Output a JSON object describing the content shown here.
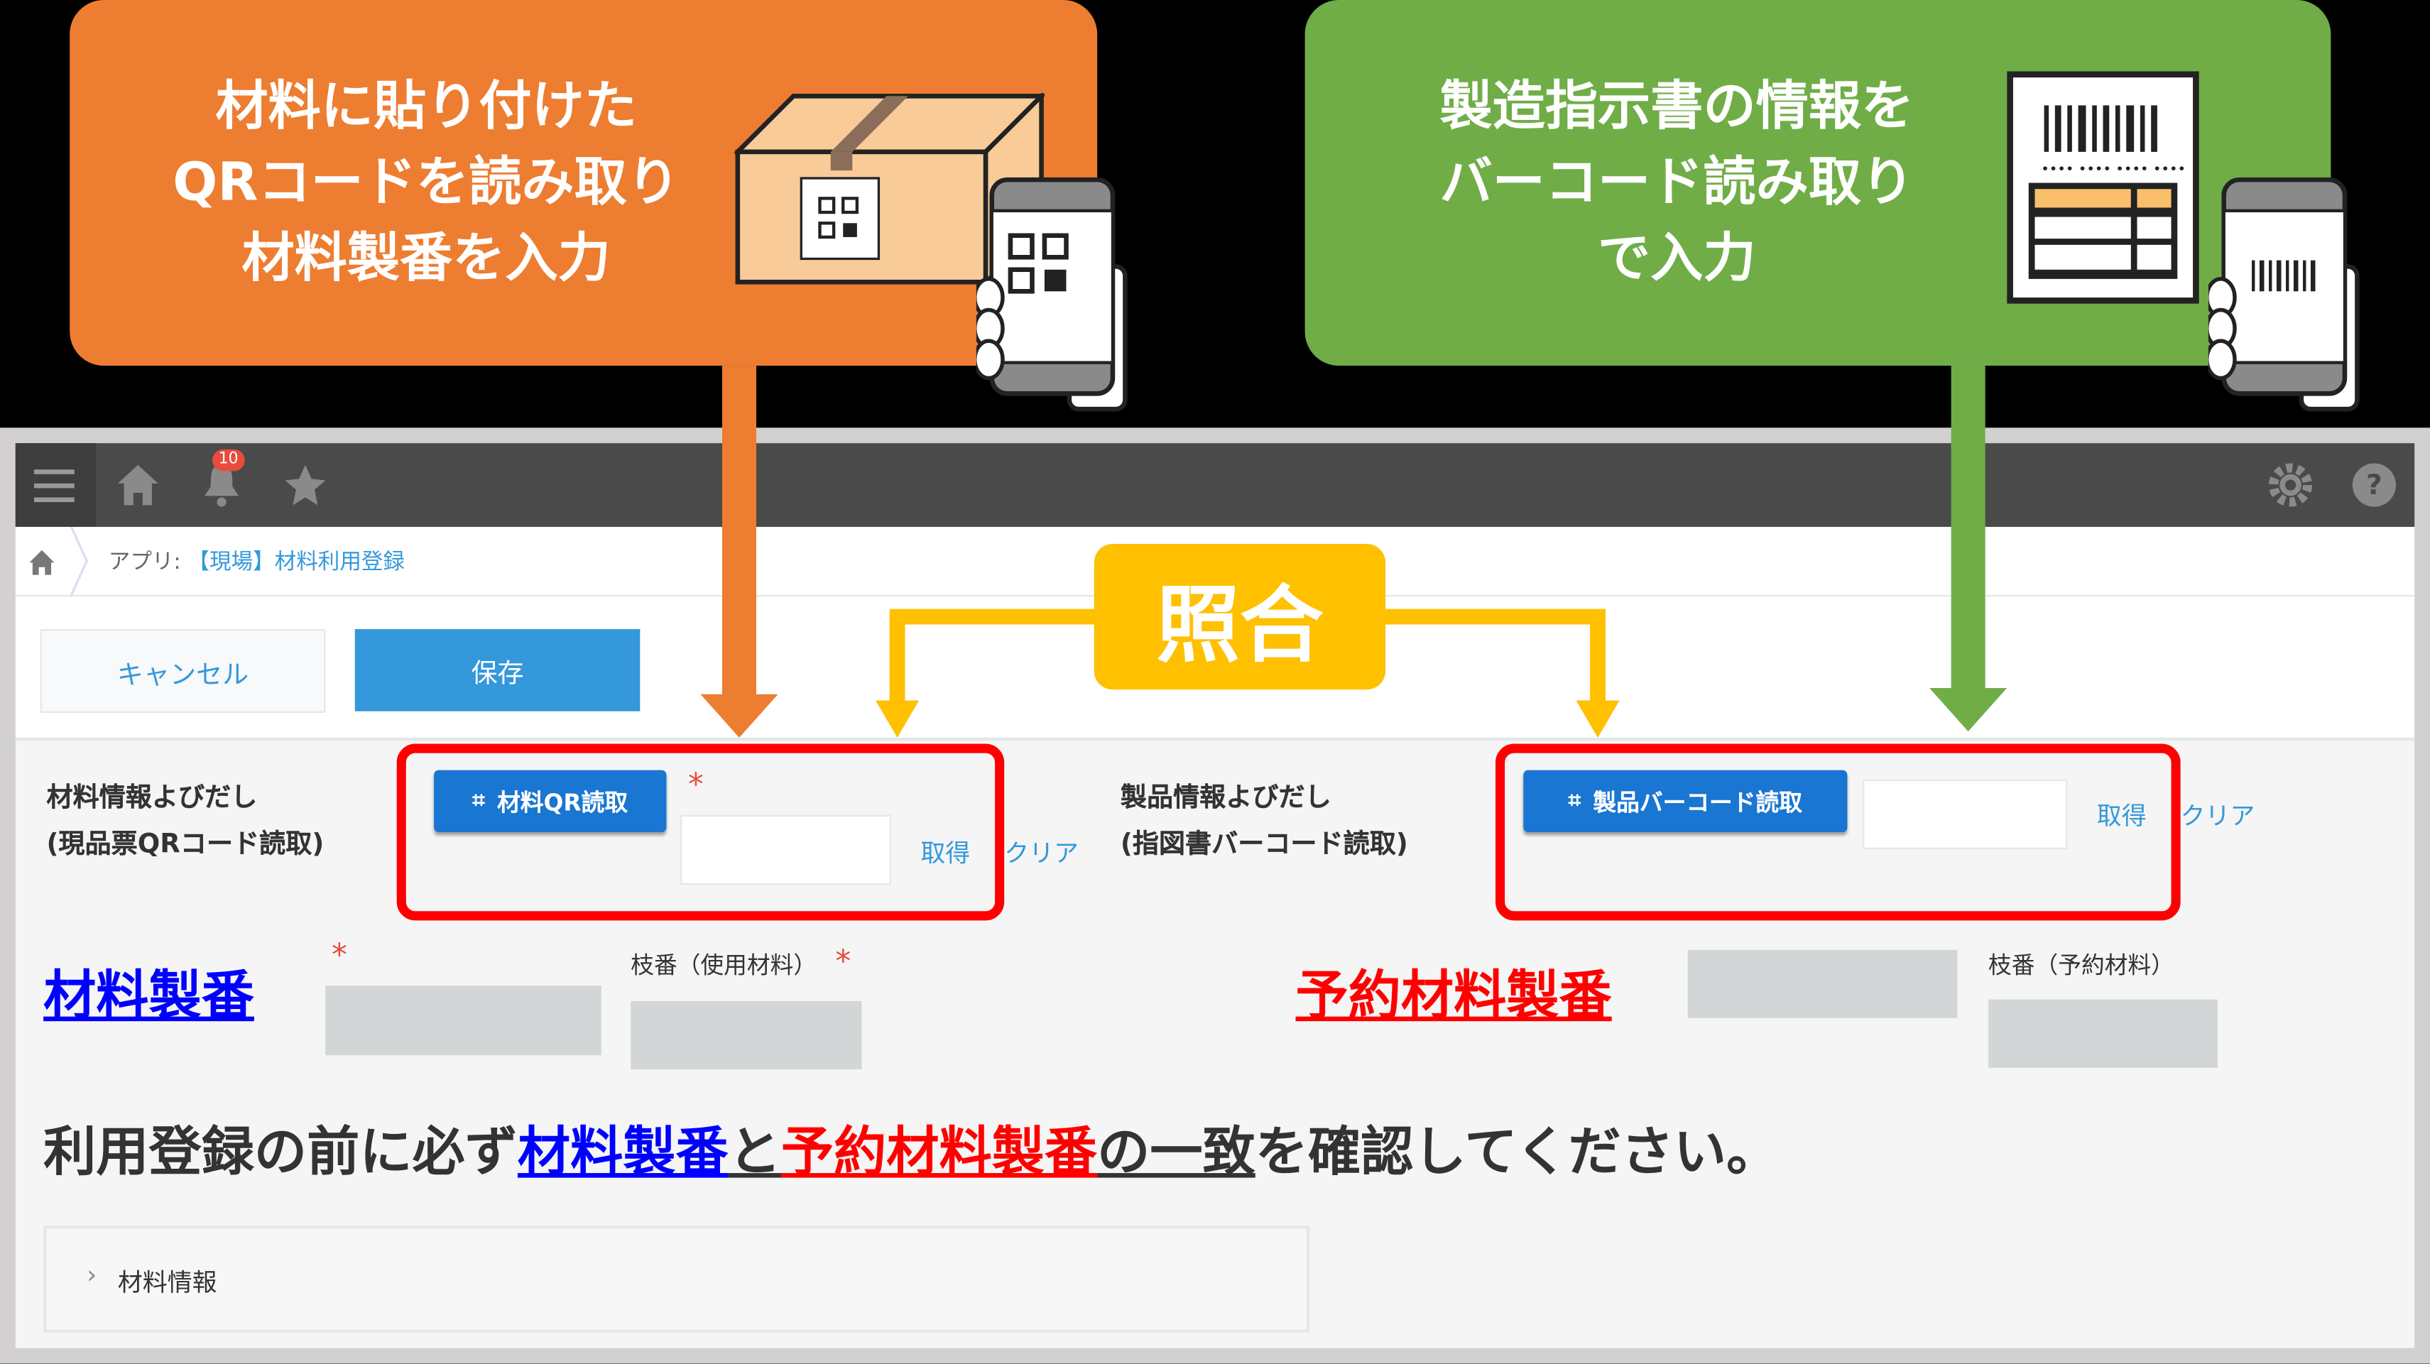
{
  "callouts": {
    "left": {
      "lines": [
        "材料に貼り付けた",
        "QRコードを読み取り",
        "材料製番を入力"
      ],
      "color": "#ed7d31",
      "icon": "box-qr-phone-icon"
    },
    "right": {
      "lines": [
        "製造指示書の情報を",
        "バーコード読み取り",
        "で入力"
      ],
      "color": "#70ad47",
      "icon": "document-barcode-phone-icon"
    },
    "match": {
      "label": "照合",
      "color": "#ffc000"
    }
  },
  "header": {
    "notification_count": "10",
    "icons": [
      "menu-icon",
      "home-icon",
      "bell-icon",
      "star-icon",
      "gear-icon",
      "help-icon"
    ]
  },
  "breadcrumb": {
    "prefix": "アプリ:",
    "app_name": "【現場】材料利用登録"
  },
  "toolbar": {
    "cancel_label": "キャンセル",
    "save_label": "保存"
  },
  "form": {
    "material_lookup": {
      "label_line1": "材料情報よびだし",
      "label_line2": "(現品票QRコード読取)",
      "button_label": "材料QR読取",
      "required": "*",
      "input_value": "",
      "get_label": "取得",
      "clear_label": "クリア"
    },
    "product_lookup": {
      "label_line1": "製品情報よびだし",
      "label_line2": "(指図書バーコード読取)",
      "button_label": "製品バーコード読取",
      "input_value": "",
      "get_label": "取得",
      "clear_label": "クリア"
    },
    "material_number": {
      "label": "材料製番",
      "required": "*",
      "value": ""
    },
    "branch_used": {
      "label": "枝番（使用材料）",
      "required": "*",
      "value": ""
    },
    "reserved_number": {
      "label": "予約材料製番",
      "value": ""
    },
    "branch_reserved": {
      "label": "枝番（予約材料）",
      "value": ""
    },
    "notice": {
      "part1": "利用登録の前に必ず",
      "part2": "材料製番",
      "part3": "と",
      "part4": "予約材料製番",
      "part5": "の一致",
      "part6": "を確認してください。"
    },
    "section": {
      "label": "材料情報"
    }
  }
}
